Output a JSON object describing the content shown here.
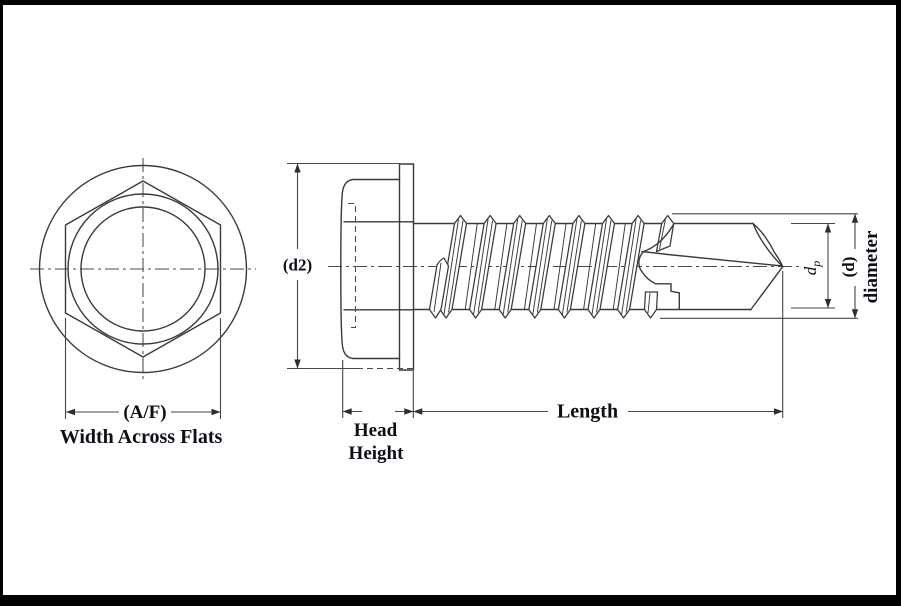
{
  "figure": {
    "type": "engineering-drawing",
    "subject": "hex-washer-head-self-drilling-screw",
    "front_view": {
      "dim_label": "(A/F)",
      "caption": "Width Across Flats"
    },
    "side_view": {
      "head_flange_dia_label": "(d2)",
      "head_height_label": {
        "line1": "Head",
        "line2": "Height"
      },
      "length_label": "Length",
      "drill_point_dia_label": {
        "base": "d",
        "subscript": "p"
      },
      "thread_dia_label": "(d)",
      "thread_dia_caption": "diameter",
      "thread_count": 8
    },
    "colors": {
      "line": "#3a3a3a",
      "dimension_line": "#474747",
      "text": "#0e0e16",
      "paper": "#ffffff",
      "frame": "#000000"
    }
  }
}
